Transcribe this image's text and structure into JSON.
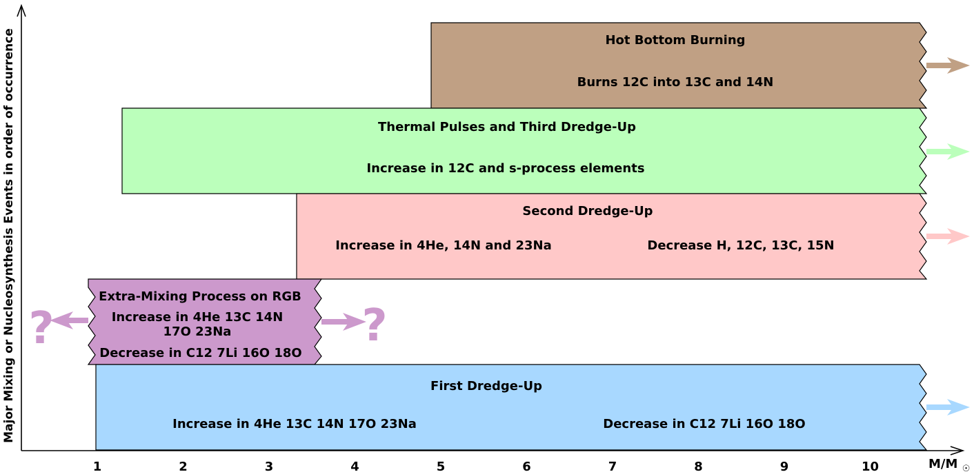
{
  "axes": {
    "y_label": "Major Mixing or Nucleosynthesis Events in order of occurrence",
    "x_label": "M/M",
    "x_label_sub": "☉",
    "x_ticks": [
      "1",
      "2",
      "3",
      "4",
      "5",
      "6",
      "7",
      "8",
      "9",
      "10"
    ]
  },
  "events": {
    "hbb": {
      "title": "Hot Bottom Burning",
      "line1": "Burns 12C into 13C and 14N",
      "color": "#c0a084"
    },
    "tp": {
      "title": "Thermal Pulses and Third Dredge-Up",
      "line1": "Increase in 12C and s-process elements",
      "color": "#bbffbb"
    },
    "sdu": {
      "title": "Second Dredge-Up",
      "left": "Increase in 4He, 14N and 23Na",
      "right": "Decrease H, 12C, 13C, 15N",
      "color": "#ffc8c8"
    },
    "em": {
      "title": "Extra-Mixing Process on RGB",
      "line1": "Increase in 4He 13C 14N",
      "line2": "17O 23Na",
      "line3": "Decrease in C12 7Li 16O 18O",
      "color": "#cc99cc",
      "unknown_mark": "?"
    },
    "fdu": {
      "title": "First Dredge-Up",
      "left": "Increase in 4He 13C 14N 17O 23Na",
      "right": "Decrease in C12 7Li 16O 18O",
      "color": "#a8d8ff"
    }
  }
}
